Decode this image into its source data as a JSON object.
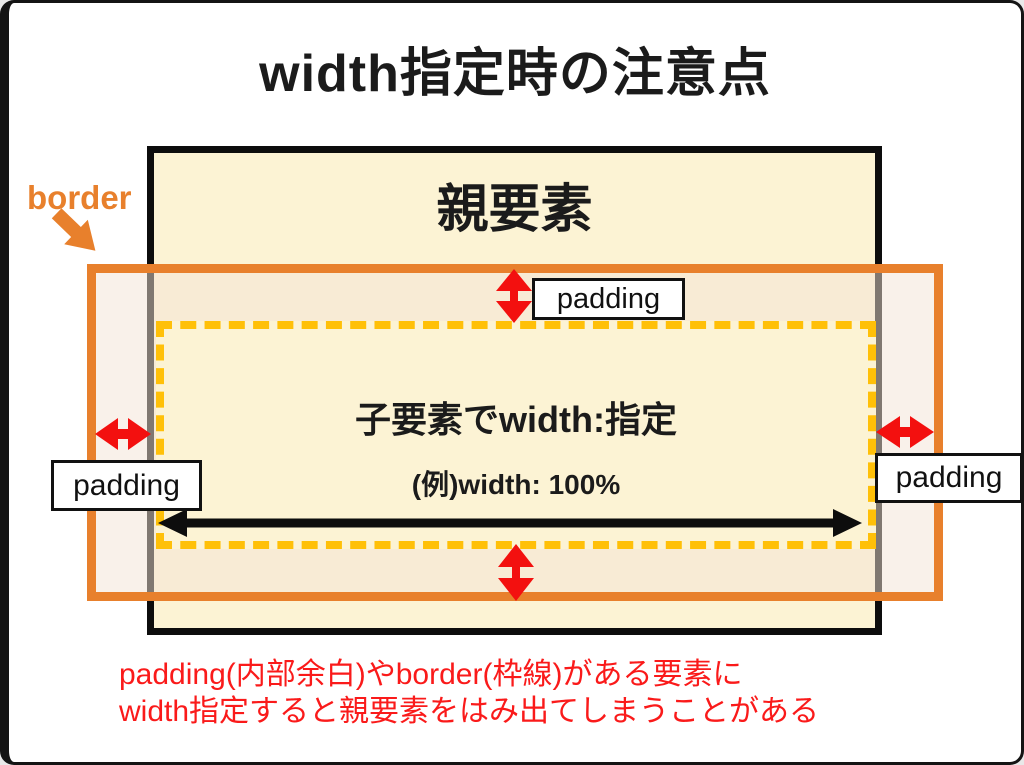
{
  "title": "width指定時の注意点",
  "diagram": {
    "parent_label": "親要素",
    "child_title": "子要素でwidth:指定",
    "child_example": "(例)width: 100%",
    "border_label": "border",
    "padding_label_top": "padding",
    "padding_label_left": "padding",
    "padding_label_right": "padding"
  },
  "note": {
    "line1": "padding(内部余白)やborder(枠線)がある要素に",
    "line2": "width指定すると親要素をはみ出てしまうことがある"
  },
  "icons": {
    "width_arrow": "black-double-headed-horizontal-arrow",
    "padding_arrows": "red-double-headed-arrow",
    "border_pointer": "orange-thick-arrow-down-right"
  },
  "colors": {
    "border_orange": "#E8802C",
    "content_dotted_gold": "#FFC008",
    "parent_fill_cream": "#FCF3D4",
    "arrow_red": "#F3100F",
    "note_red": "#FA1A1A",
    "outline_black": "#0D0D0D"
  }
}
